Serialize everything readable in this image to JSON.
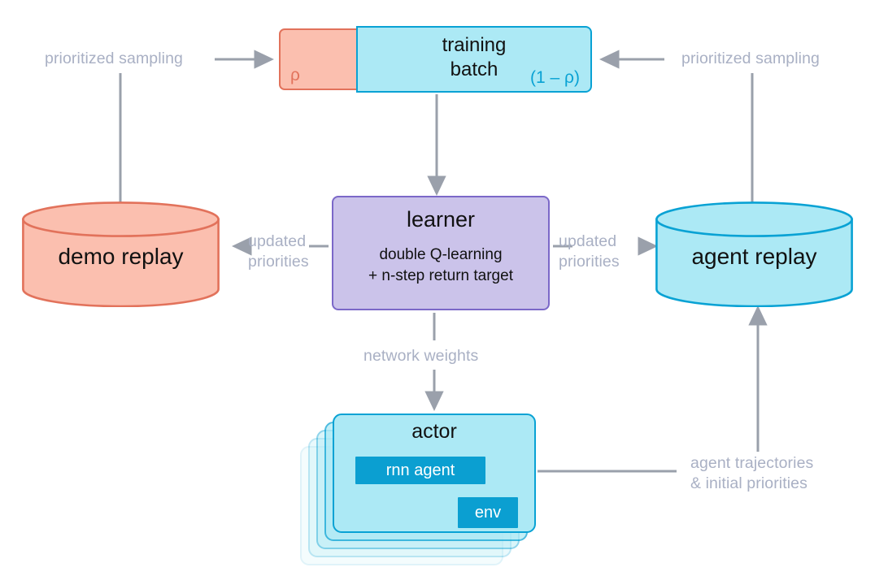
{
  "diagram": {
    "title": "distributed RL agent architecture with demo and agent replay",
    "colors": {
      "salmon_fill": "#fbbfaf",
      "salmon_stroke": "#e2725b",
      "cyan_fill": "#ace9f5",
      "cyan_stroke": "#09a2d4",
      "cyan_solid": "#0b9fd1",
      "purple_fill": "#cbc3ea",
      "purple_stroke": "#7b68c8",
      "arrow_gray": "#9aa0ab",
      "label_gray": "#a9b0c4",
      "text_black": "#111111"
    }
  },
  "nodes": {
    "rho_box": {
      "label": "ρ"
    },
    "training_batch": {
      "title": "training\nbatch",
      "fraction_label": "(1 – ρ)"
    },
    "demo_replay": {
      "label": "demo replay"
    },
    "agent_replay": {
      "label": "agent replay"
    },
    "learner": {
      "title": "learner",
      "subtitle": "double Q-learning\n+ n-step return target"
    },
    "actor": {
      "title": "actor",
      "rnn_agent": "rnn agent",
      "env": "env",
      "stack_count": 5
    }
  },
  "edge_labels": {
    "prioritized_sampling_left": "prioritized sampling",
    "prioritized_sampling_right": "prioritized sampling",
    "updated_priorities_left": "updated\npriorities",
    "updated_priorities_right": "updated\npriorities",
    "network_weights": "network weights",
    "agent_trajectories": "agent trajectories\n& initial priorities"
  }
}
